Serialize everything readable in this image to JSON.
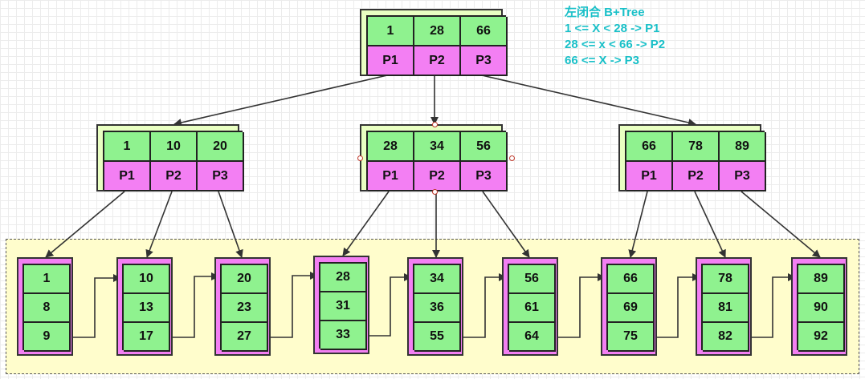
{
  "legend": {
    "title": "左闭合 B+Tree",
    "rules": [
      "1 <= X < 28 -> P1",
      "28 <= x < 66 -> P2",
      "66 <= X -> P3"
    ]
  },
  "root": {
    "keys": [
      "1",
      "28",
      "66"
    ],
    "pointers": [
      "P1",
      "P2",
      "P3"
    ]
  },
  "internal_nodes": [
    {
      "keys": [
        "1",
        "10",
        "20"
      ],
      "pointers": [
        "P1",
        "P2",
        "P3"
      ]
    },
    {
      "keys": [
        "28",
        "34",
        "56"
      ],
      "pointers": [
        "P1",
        "P2",
        "P3"
      ]
    },
    {
      "keys": [
        "66",
        "78",
        "89"
      ],
      "pointers": [
        "P1",
        "P2",
        "P3"
      ]
    }
  ],
  "leaves": [
    [
      "1",
      "8",
      "9"
    ],
    [
      "10",
      "13",
      "17"
    ],
    [
      "20",
      "23",
      "27"
    ],
    [
      "28",
      "31",
      "33"
    ],
    [
      "34",
      "36",
      "55"
    ],
    [
      "56",
      "61",
      "64"
    ],
    [
      "66",
      "69",
      "75"
    ],
    [
      "78",
      "81",
      "82"
    ],
    [
      "89",
      "90",
      "92"
    ]
  ],
  "colors": {
    "key_cell": "#8ff28f",
    "pointer_cell": "#f37ff3",
    "node_frame": "#e9ffc2",
    "leaf_band": "#fffdcc",
    "legend_text": "#19c0c8"
  }
}
